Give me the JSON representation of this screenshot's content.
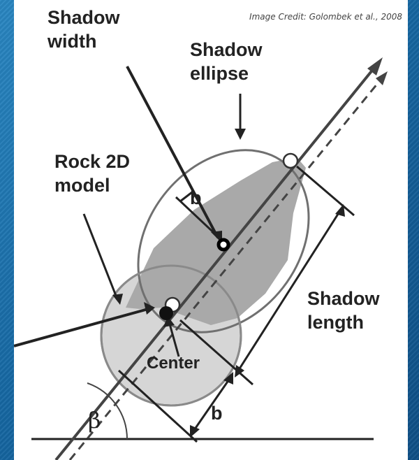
{
  "credit": "Image Credit: Golombek et al., 2008",
  "labels": {
    "shadow_width": [
      "Shadow",
      "width"
    ],
    "shadow_ellipse": [
      "Shadow",
      "ellipse"
    ],
    "rock_model": [
      "Rock 2D",
      "model"
    ],
    "shadow_length": [
      "Shadow",
      "length"
    ],
    "center": "Center",
    "b_upper": "b",
    "b_lower": "b",
    "beta": "β"
  },
  "colors": {
    "background": "#1a6fa8",
    "rock_fill": "#aaaaaa",
    "shadow_fill": "#d6d6d6",
    "line": "#222222",
    "accent_tab": "#cc33dd"
  }
}
